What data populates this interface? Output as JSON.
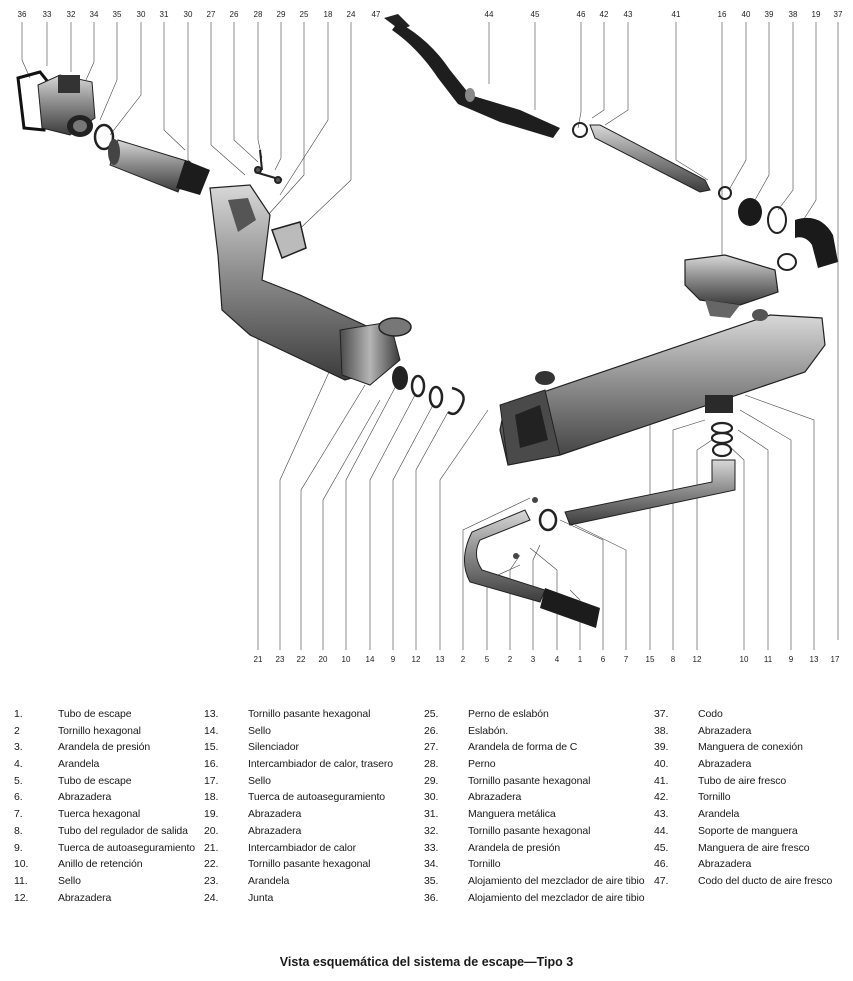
{
  "top_numbers": [
    "36",
    "33",
    "32",
    "34",
    "35",
    "30",
    "31",
    "30",
    "27",
    "26",
    "28",
    "29",
    "25",
    "18",
    "24",
    "47",
    "44",
    "45",
    "46",
    "42",
    "43",
    "41",
    "16",
    "40",
    "39",
    "38",
    "19",
    "37"
  ],
  "bottom_numbers": [
    "21",
    "23",
    "22",
    "20",
    "10",
    "14",
    "9",
    "12",
    "13",
    "2",
    "5",
    "2",
    "3",
    "4",
    "1",
    "6",
    "7",
    "15",
    "8",
    "12",
    "10",
    "11",
    "9",
    "13",
    "17"
  ],
  "legend": [
    [
      {
        "n": "1.",
        "t": "Tubo de escape"
      },
      {
        "n": "2",
        "t": "Tornillo hexagonal"
      },
      {
        "n": "3.",
        "t": "Arandela de presión"
      },
      {
        "n": "4.",
        "t": "Arandela"
      },
      {
        "n": "5.",
        "t": "Tubo de escape"
      },
      {
        "n": "6.",
        "t": "Abrazadera"
      },
      {
        "n": "7.",
        "t": "Tuerca hexagonal"
      },
      {
        "n": "8.",
        "t": "Tubo del regulador de salida"
      },
      {
        "n": "9.",
        "t": "Tuerca de autoaseguramiento"
      },
      {
        "n": "10.",
        "t": "Anillo de retención"
      },
      {
        "n": "11.",
        "t": "Sello"
      },
      {
        "n": "12.",
        "t": "Abrazadera"
      }
    ],
    [
      {
        "n": "13.",
        "t": "Tornillo pasante hexagonal"
      },
      {
        "n": "14.",
        "t": "Sello"
      },
      {
        "n": "15.",
        "t": "Silenciador"
      },
      {
        "n": "16.",
        "t": "Intercambiador de calor, trasero"
      },
      {
        "n": "17.",
        "t": "Sello"
      },
      {
        "n": "18.",
        "t": "Tuerca de autoaseguramiento"
      },
      {
        "n": "19.",
        "t": "Abrazadera"
      },
      {
        "n": "20.",
        "t": "Abrazadera"
      },
      {
        "n": "21.",
        "t": "Intercambiador de calor"
      },
      {
        "n": "22.",
        "t": "Tornillo pasante hexagonal"
      },
      {
        "n": "23.",
        "t": "Arandela"
      },
      {
        "n": "24.",
        "t": "Junta"
      }
    ],
    [
      {
        "n": "25.",
        "t": "Perno de eslabón"
      },
      {
        "n": "26.",
        "t": "Eslabón."
      },
      {
        "n": "27.",
        "t": "Arandela de forma de C"
      },
      {
        "n": "28.",
        "t": "Perno"
      },
      {
        "n": "29.",
        "t": "Tornillo pasante hexagonal"
      },
      {
        "n": "30.",
        "t": "Abrazadera"
      },
      {
        "n": "31.",
        "t": "Manguera metálica"
      },
      {
        "n": "32.",
        "t": "Tornillo pasante hexagonal"
      },
      {
        "n": "33.",
        "t": "Arandela de presión"
      },
      {
        "n": "34.",
        "t": "Tornillo"
      },
      {
        "n": "35.",
        "t": "Alojamiento del mezclador de aire tibio"
      },
      {
        "n": "36.",
        "t": "Alojamiento del mezclador de aire tibio"
      }
    ],
    [
      {
        "n": "37.",
        "t": "Codo"
      },
      {
        "n": "38.",
        "t": "Abrazadera"
      },
      {
        "n": "39.",
        "t": "Manguera de conexión"
      },
      {
        "n": "40.",
        "t": "Abrazadera"
      },
      {
        "n": "41.",
        "t": "Tubo de aire fresco"
      },
      {
        "n": "42.",
        "t": "Tornillo"
      },
      {
        "n": "43.",
        "t": "Arandela"
      },
      {
        "n": "44.",
        "t": "Soporte de manguera"
      },
      {
        "n": "45.",
        "t": "Manguera de aire fresco"
      },
      {
        "n": "46.",
        "t": "Abrazadera"
      },
      {
        "n": "47.",
        "t": "Codo del ducto de aire fresco"
      }
    ]
  ],
  "caption": "Vista esquemática del sistema de escape—Tipo 3"
}
